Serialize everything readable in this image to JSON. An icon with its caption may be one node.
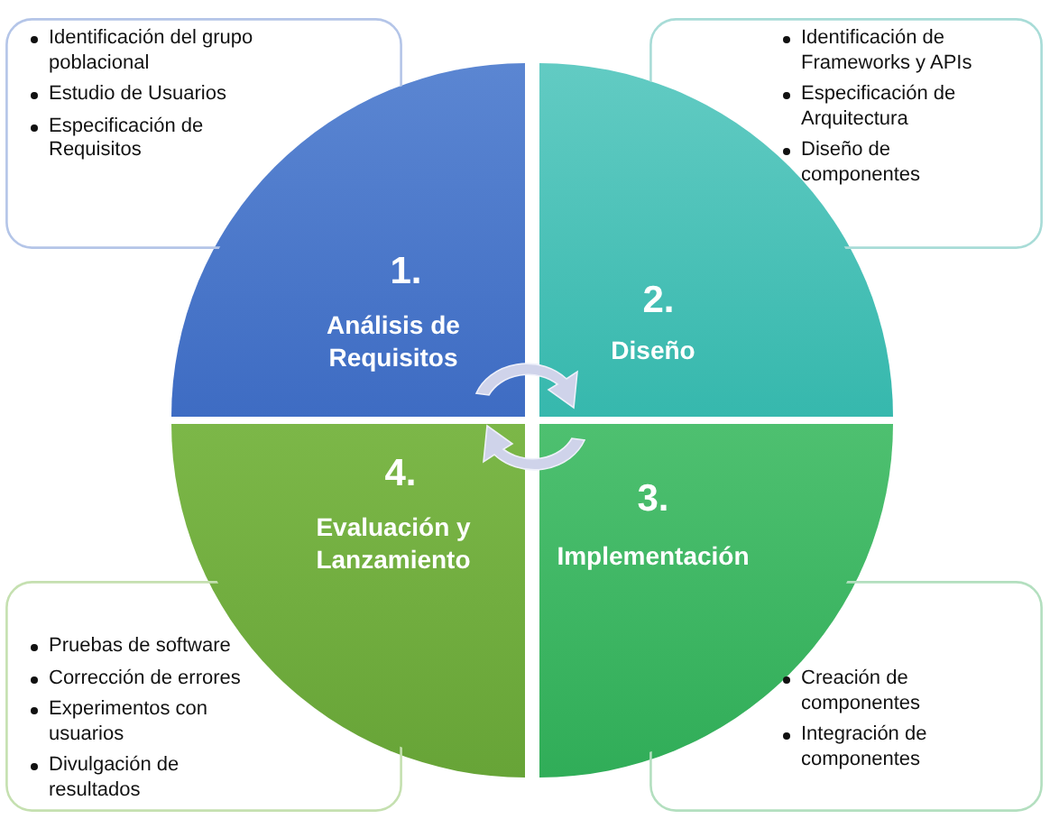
{
  "diagram": {
    "nodes": [
      {
        "text": [
          "1.",
          "Análisis de Requisitos"
        ]
      },
      {
        "text": [
          "2.",
          "Diseño"
        ]
      },
      {
        "text": [
          "3.",
          "Implementación"
        ]
      },
      {
        "text": [
          "4.",
          "Evaluación y Lanzamiento"
        ]
      },
      {
        "text": [
          "Identificación del grupo poblacional",
          "Estudio de Usuarios",
          "Especificación de Requisitos"
        ]
      },
      {
        "text": [
          "Identificación de Frameworks y APIs",
          "Especificación de Arquitectura",
          "Diseño de componentes"
        ]
      },
      {
        "text": [
          "Creación de componentes",
          "Integración de componentes"
        ]
      },
      {
        "text": [
          "Pruebas de software",
          "Corrección de errores",
          "Experimentos con usuarios",
          "Divulgación de resultados"
        ]
      }
    ]
  }
}
